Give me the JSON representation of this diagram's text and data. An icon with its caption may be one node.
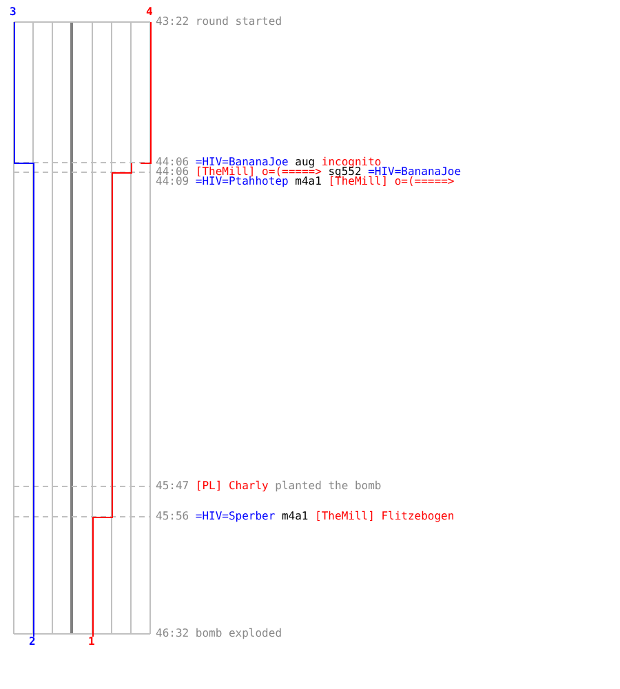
{
  "diagram": {
    "labels": [
      "3",
      "4",
      "43:22",
      "round started",
      "44:06",
      "=HIV=BananaJoe",
      "aug",
      "incognito",
      "44:06",
      "[TheMill] o=(=====>",
      "sg552",
      "=HIV=BananaJoe",
      "44:09",
      "=HIV=Ptahhotep",
      "m4a1",
      "[TheMill] o=(=====>",
      "45:47",
      "[PL] Charly",
      "planted the bomb",
      "45:56",
      "=HIV=Sperber",
      "m4a1",
      "[TheMill] Flitzebogen",
      "46:32",
      "bomb exploded",
      "2",
      "1"
    ]
  }
}
